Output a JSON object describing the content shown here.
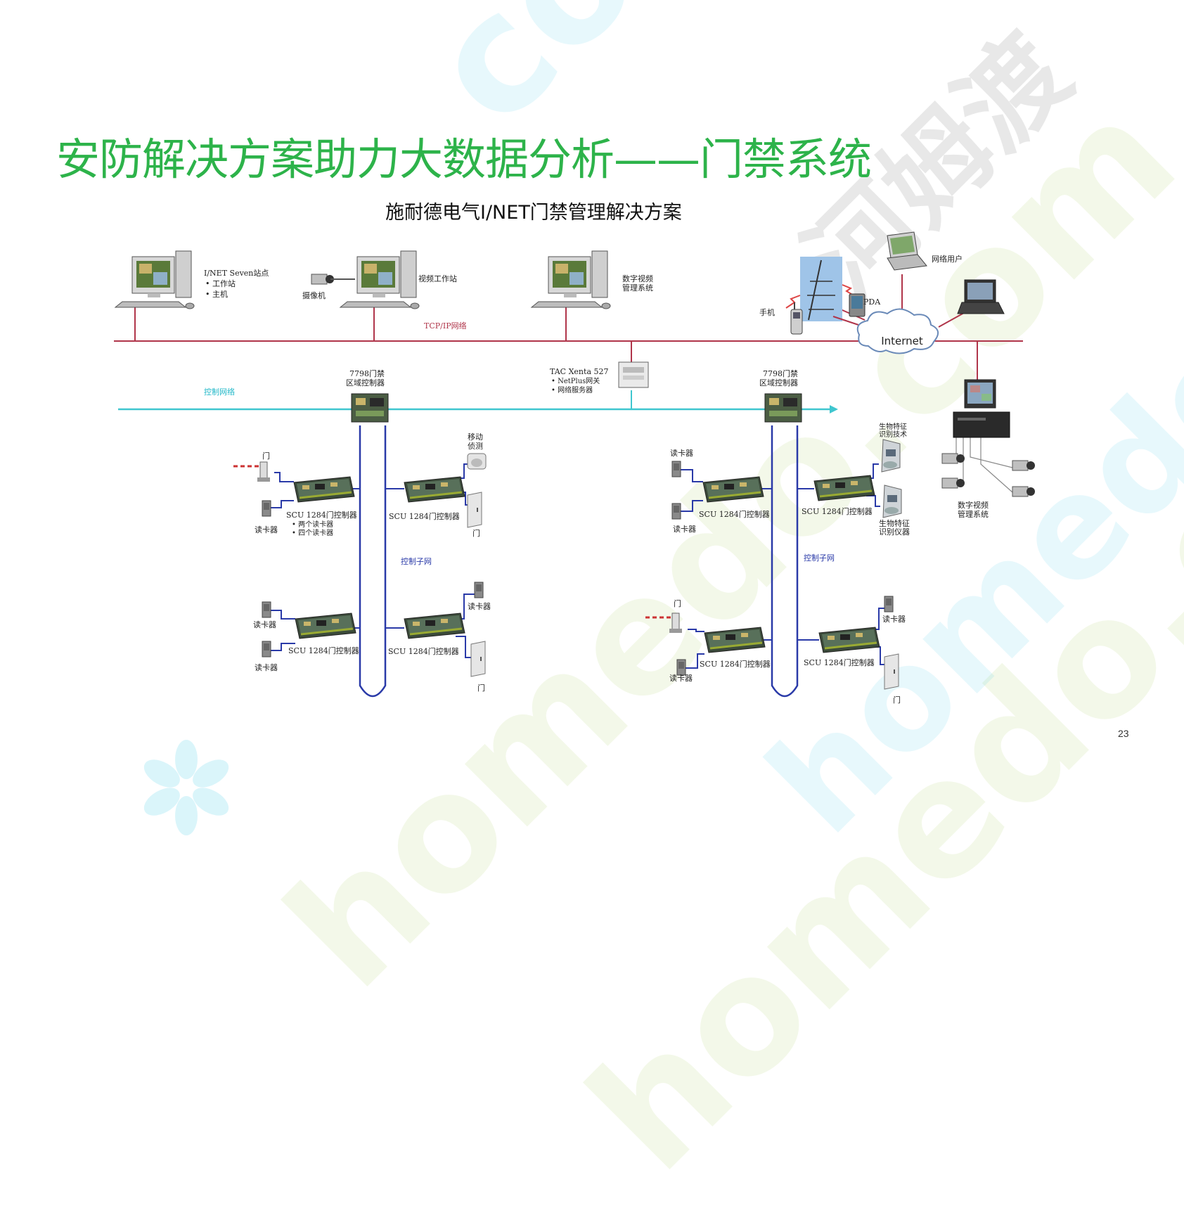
{
  "watermark": {
    "site": "homedo.com",
    "brand": "河姆渡"
  },
  "header": {
    "title": "安防解决方案助力大数据分析——门禁系统",
    "subtitle": "施耐德电气I/NET门禁管理解决方案"
  },
  "page_number": "23",
  "colors": {
    "title_green": "#2db34a",
    "tcp_line": "#b0354a",
    "control_network": "#3fc6cf",
    "subnet": "#2a3aa8"
  },
  "diagram": {
    "top_labels": {
      "inet_station": "I/NET Seven站点",
      "inet_bullet1": "• 工作站",
      "inet_bullet2": "• 主机",
      "camera": "摄像机",
      "video_ws": "视频工作站",
      "dvms1": "数字视频",
      "dvms2": "管理系统",
      "net_user": "网络用户",
      "phone": "手机",
      "pda": "PDA",
      "internet": "Internet",
      "tcp": "TCP/IP网络"
    },
    "middle_labels": {
      "control_network": "控制网络",
      "zone1_a": "7798门禁",
      "zone1_b": "区域控制器",
      "tac1": "TAC Xenta 527",
      "tac2": "• NetPlus网关",
      "tac3": "• 网络服务器",
      "zone2_a": "7798门禁",
      "zone2_b": "区域控制器"
    },
    "left_labels": {
      "door_a": "门",
      "reader_a": "读卡器",
      "scu_a": "SCU 1284门控制器",
      "scu_a_b1": "• 两个读卡器",
      "scu_a_b2": "• 四个读卡器",
      "motion1": "移动",
      "motion2": "侦测",
      "scu_b": "SCU 1284门控制器",
      "door_b": "门",
      "subnet": "控制子网",
      "reader_c": "读卡器",
      "scu_c": "SCU 1284门控制器",
      "reader_d": "读卡器",
      "scu_d": "SCU 1284门控制器",
      "reader_e": "读卡器",
      "door_e": "门"
    },
    "right_labels": {
      "reader_f": "读卡器",
      "reader_g": "读卡器",
      "scu_f": "SCU 1284门控制器",
      "bio1_a": "生物特征",
      "bio1_b": "识别技术",
      "scu_g": "SCU 1284门控制器",
      "bio2_a": "生物特征",
      "bio2_b": "识别仪器",
      "subnet": "控制子网",
      "door_h": "门",
      "reader_h": "读卡器",
      "scu_h": "SCU 1284门控制器",
      "reader_i": "读卡器",
      "scu_i": "SCU 1284门控制器",
      "door_i": "门",
      "dvms_a": "数字视频",
      "dvms_b": "管理系统"
    }
  }
}
